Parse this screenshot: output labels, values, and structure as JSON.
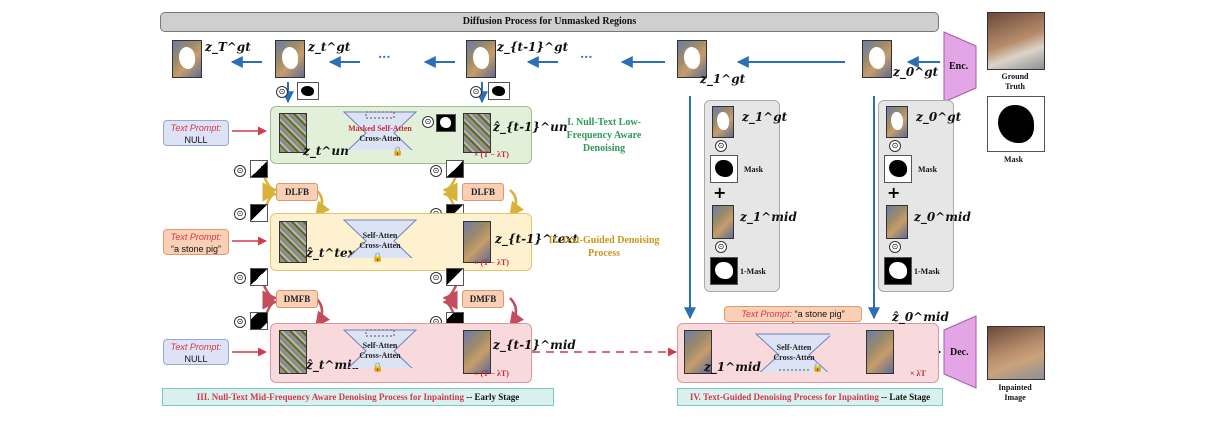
{
  "banner": "Diffusion Process for Unmasked Regions",
  "top_row": {
    "latents": [
      "z_T^gt",
      "z_t^gt",
      "z_{t-1}^gt",
      "z_1^gt",
      "z_0^gt"
    ],
    "dots": "···"
  },
  "enc_label": "Enc.",
  "dec_label": "Dec.",
  "ground_truth_label": "Ground Truth",
  "mask_label": "Mask",
  "inpainted_label": "Inpainted Image",
  "stage1": {
    "title": "I. Null-Text Low-Frequency Aware Denoising",
    "prompt_label": "Text Prompt:",
    "prompt_value": "NULL",
    "unet_top": "Masked Self-Atten",
    "unet_bottom": "Cross-Atten",
    "latent_in": "z_t^un",
    "latent_out": "ẑ_{t-1}^un",
    "mult": "× (T − λT)"
  },
  "stage2": {
    "title": "II. Text-Guided Denoising Process",
    "prompt_label": "Text Prompt:",
    "prompt_value": "“a stone pig”",
    "unet_top": "Self-Atten",
    "unet_bottom": "Cross-Atten",
    "latent_in": "ẑ_t^text",
    "latent_out": "z_{t-1}^text",
    "mult": "× (T − λT)",
    "fb_left": "DLFB",
    "fb_right": "DLFB"
  },
  "stage3": {
    "prompt_label": "Text Prompt:",
    "prompt_value": "NULL",
    "unet_top": "Self-Atten",
    "unet_bottom": "Cross-Atten",
    "latent_in": "ẑ_t^mid",
    "latent_out": "z_{t-1}^mid",
    "mult": "× (T − λT)",
    "fb_left": "DMFB",
    "fb_right": "DMFB",
    "caption_main": "III.  Null-Text Mid-Frequency Aware Denoising Process for Inpainting",
    "caption_tail": "-- Early Stage"
  },
  "stage4": {
    "prompt_label": "Text Prompt:",
    "prompt_value": "“a stone pig”",
    "unet_top": "Self-Atten",
    "unet_bottom": "Cross-Atten",
    "latent_in": "z_1^mid",
    "latent_out": "ẑ_0^mid",
    "mult": "× λT",
    "caption_main": "IV. Text-Guided Denoising Process for Inpainting",
    "caption_tail": "-- Late Stage"
  },
  "blend1": {
    "top": "z_1^gt",
    "mask": "Mask",
    "mid": "z_1^mid",
    "inv": "1-Mask"
  },
  "blend0": {
    "top": "z_0^gt",
    "mask": "Mask",
    "mid": "z_0^mid",
    "inv": "1-Mask"
  },
  "colors": {
    "arrow_blue": "#2d6fb7",
    "red_text": "#d33a4a",
    "gold_text": "#c9961a",
    "green_text": "#2e9a5a"
  }
}
